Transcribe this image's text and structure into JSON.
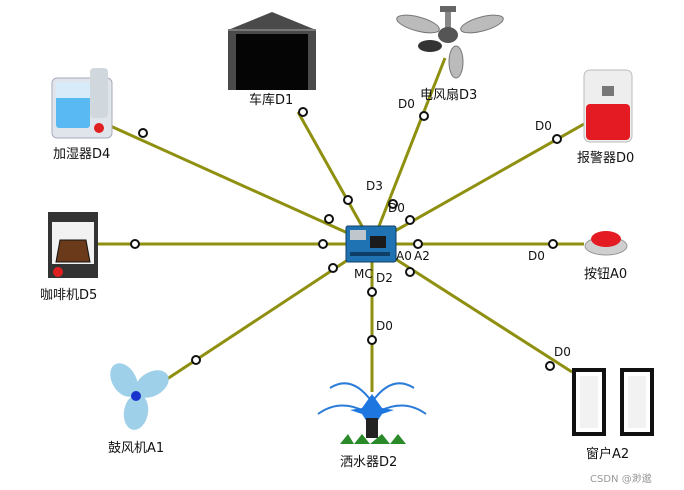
{
  "diagram": {
    "hub": {
      "label": "MC",
      "extra_label": "A0"
    },
    "devices": [
      {
        "id": "garage",
        "label": "车库D1",
        "hub_pin": "D3",
        "device_pin": ""
      },
      {
        "id": "fan",
        "label": "电风扇D3",
        "hub_pin": "D0",
        "device_pin": "D0"
      },
      {
        "id": "humidifier",
        "label": "加湿器D4",
        "hub_pin": "",
        "device_pin": ""
      },
      {
        "id": "alarm",
        "label": "报警器D0",
        "hub_pin": "",
        "device_pin": "D0"
      },
      {
        "id": "coffee",
        "label": "咖啡机D5",
        "hub_pin": "",
        "device_pin": ""
      },
      {
        "id": "button",
        "label": "按钮A0",
        "hub_pin": "A2",
        "device_pin": "D0"
      },
      {
        "id": "blower",
        "label": "鼓风机A1",
        "hub_pin": "",
        "device_pin": ""
      },
      {
        "id": "sprinkler",
        "label": "洒水器D2",
        "hub_pin": "D2",
        "device_pin": "D0"
      },
      {
        "id": "window",
        "label": "窗户A2",
        "hub_pin": "",
        "device_pin": "D0"
      }
    ],
    "wire_color": "#8f8f10",
    "watermark": "CSDN @渺邈"
  }
}
